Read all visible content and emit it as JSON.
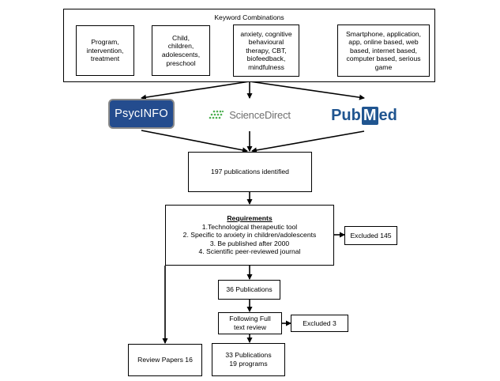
{
  "keyword_section": {
    "title": "Keyword Combinations",
    "groups": [
      [
        "Program,",
        "intervention,",
        "treatment"
      ],
      [
        "Child,",
        "children,",
        "adolescents,",
        "preschool"
      ],
      [
        "anxiety, cognitive",
        "behavioural",
        "therapy, CBT,",
        "biofeedback,",
        "mindfulness"
      ],
      [
        "Smartphone, application,",
        "app, online based, web",
        "based, internet based,",
        "computer based, serious",
        "game"
      ]
    ]
  },
  "databases": {
    "psycinfo": "PsycINFO",
    "sciencedirect": "ScienceDirect",
    "pubmed_pub": "Pub",
    "pubmed_m": "M",
    "pubmed_ed": "ed"
  },
  "identified": "197 publications identified",
  "requirements": {
    "title": "Requirements",
    "items": [
      "1.Technological therapeutic tool",
      "2. Specific to anxiety in children/adolescents",
      "3. Be published after 2000",
      "4. Scientific peer-reviewed journal"
    ]
  },
  "excluded_1": "Excluded 145",
  "publications_36": "36 Publications",
  "full_text_review": [
    "Following Full",
    "text review"
  ],
  "excluded_2": "Excluded 3",
  "review_papers": "Review Papers 16",
  "final": [
    "33 Publications",
    "19 programs"
  ],
  "colors": {
    "psycinfo_fill": "#244c8e",
    "sciencedirect_text": "#6f6f6f",
    "sciencedirect_dots": "#4caf50",
    "pubmed_blue": "#205590"
  }
}
